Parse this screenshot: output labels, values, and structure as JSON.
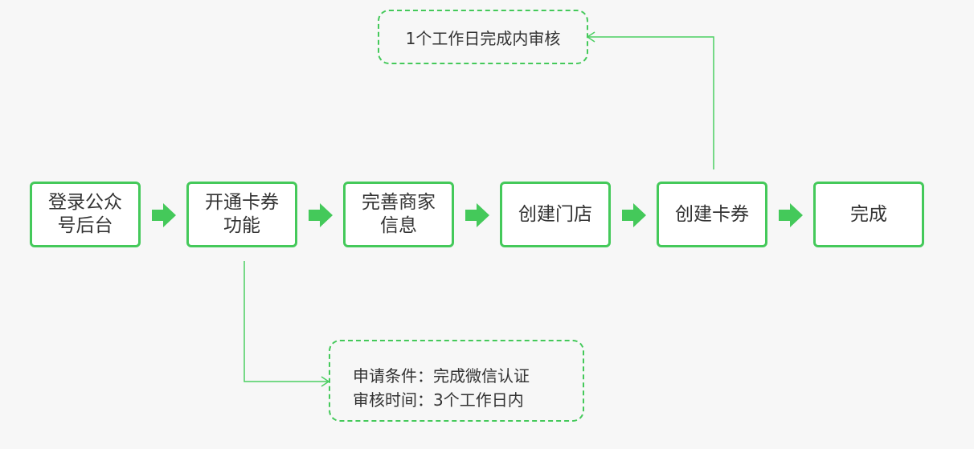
{
  "steps": [
    {
      "label": "登录公众号后台"
    },
    {
      "label": "开通卡券功能"
    },
    {
      "label": "完善商家信息"
    },
    {
      "label": "创建门店"
    },
    {
      "label": "创建卡券"
    },
    {
      "label": "完成"
    }
  ],
  "top_note": {
    "text": "1个工作日完成内审核"
  },
  "bottom_note": {
    "line1": "申请条件：完成微信认证",
    "line2": "审核时间：3个工作日内"
  },
  "colors": {
    "accent": "#44c95a",
    "line": "#4ccf62",
    "text": "#333333",
    "background": "#f7f7f7"
  }
}
